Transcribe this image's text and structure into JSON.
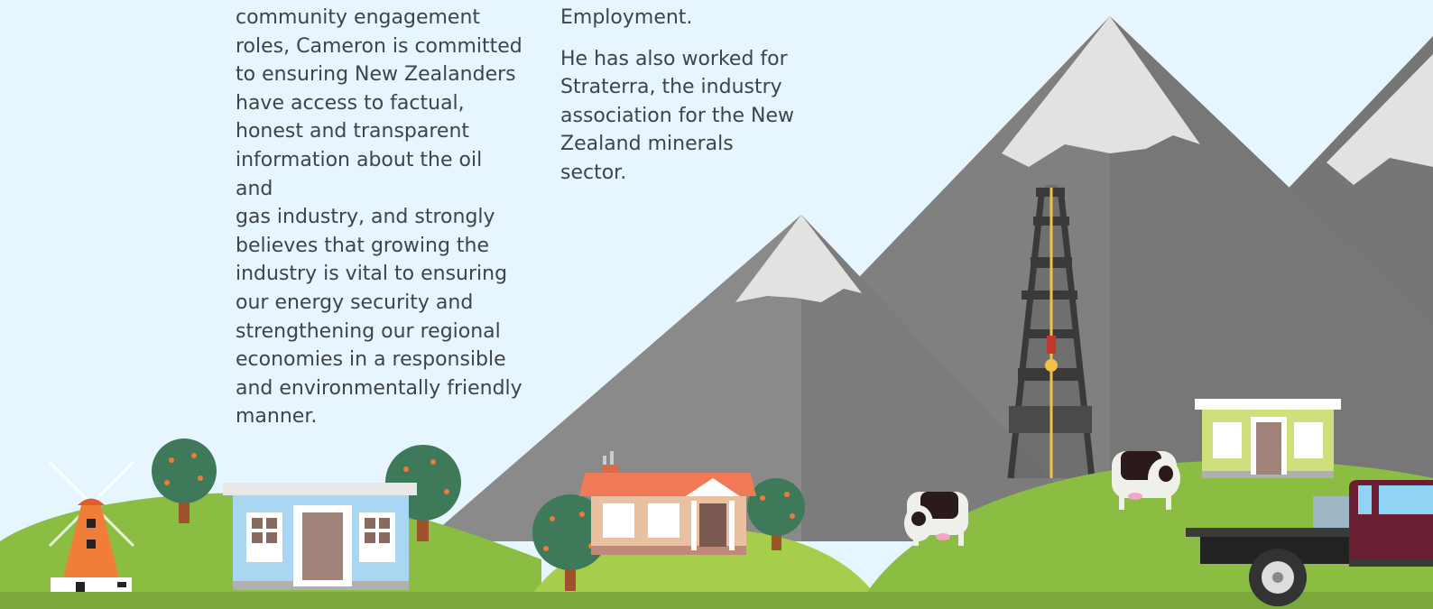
{
  "bio": {
    "left_column": {
      "lines": [
        "community engagement",
        "roles, Cameron is committed",
        "to ensuring New Zealanders",
        "have access to factual,",
        "honest and transparent",
        "information about the oil and",
        "gas industry, and strongly",
        "believes that growing the",
        "industry is vital to ensuring",
        "our energy security and",
        "strengthening our regional",
        "economies in a responsible",
        "and environmentally friendly",
        "manner."
      ]
    },
    "right_column": {
      "paragraph1_tail": "Employment.",
      "paragraph2_lines": [
        "He has also worked for",
        "Straterra, the industry",
        "association for the New",
        "Zealand minerals sector."
      ]
    }
  },
  "illustration": {
    "elements": [
      "windmill",
      "tree",
      "blue-house",
      "mountain",
      "oil-derrick",
      "red-roof-house",
      "cow",
      "yellow-house",
      "truck"
    ],
    "colors": {
      "sky": "#e7f6fe",
      "grass": "#8cbd43",
      "grass_light": "#a6ce4a",
      "mountain": "#7f7f7f",
      "mountain_dark": "#6d6d6d",
      "snow": "#e2e2e2",
      "derrick": "#3a3a3a",
      "tree": "#3e7a5a",
      "fruit": "#ef7a3a",
      "truck_cab": "#6b1d32"
    }
  }
}
